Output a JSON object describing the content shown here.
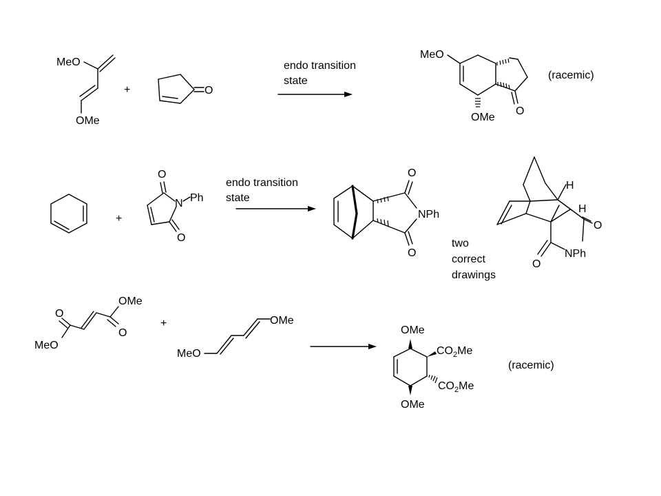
{
  "reactions": [
    {
      "condition": [
        "endo transition",
        "state"
      ],
      "plus": "+",
      "diene_labels": [
        "MeO",
        "OMe"
      ],
      "dienophile_labels": [
        "O"
      ],
      "product_labels": [
        "MeO",
        "OMe",
        "O"
      ],
      "note": "(racemic)"
    },
    {
      "condition": [
        "endo transition",
        "state"
      ],
      "plus": "+",
      "dienophile_labels": [
        "O",
        "N",
        "Ph",
        "O"
      ],
      "product_labels": [
        "O",
        "NPh",
        "O"
      ],
      "alt_labels": [
        "H",
        "H",
        "O",
        "O",
        "NPh"
      ],
      "note": [
        "two",
        "correct",
        "drawings"
      ]
    },
    {
      "plus": "+",
      "dienophile_labels": [
        "OMe",
        "O",
        "O",
        "MeO"
      ],
      "diene_labels": [
        "MeO",
        "OMe"
      ],
      "product_labels": {
        "top": "OMe",
        "bottom": "OMe",
        "ester1": [
          "CO",
          "2",
          "Me"
        ],
        "ester2": [
          "CO",
          "2",
          "Me"
        ]
      },
      "note": "(racemic)"
    }
  ]
}
